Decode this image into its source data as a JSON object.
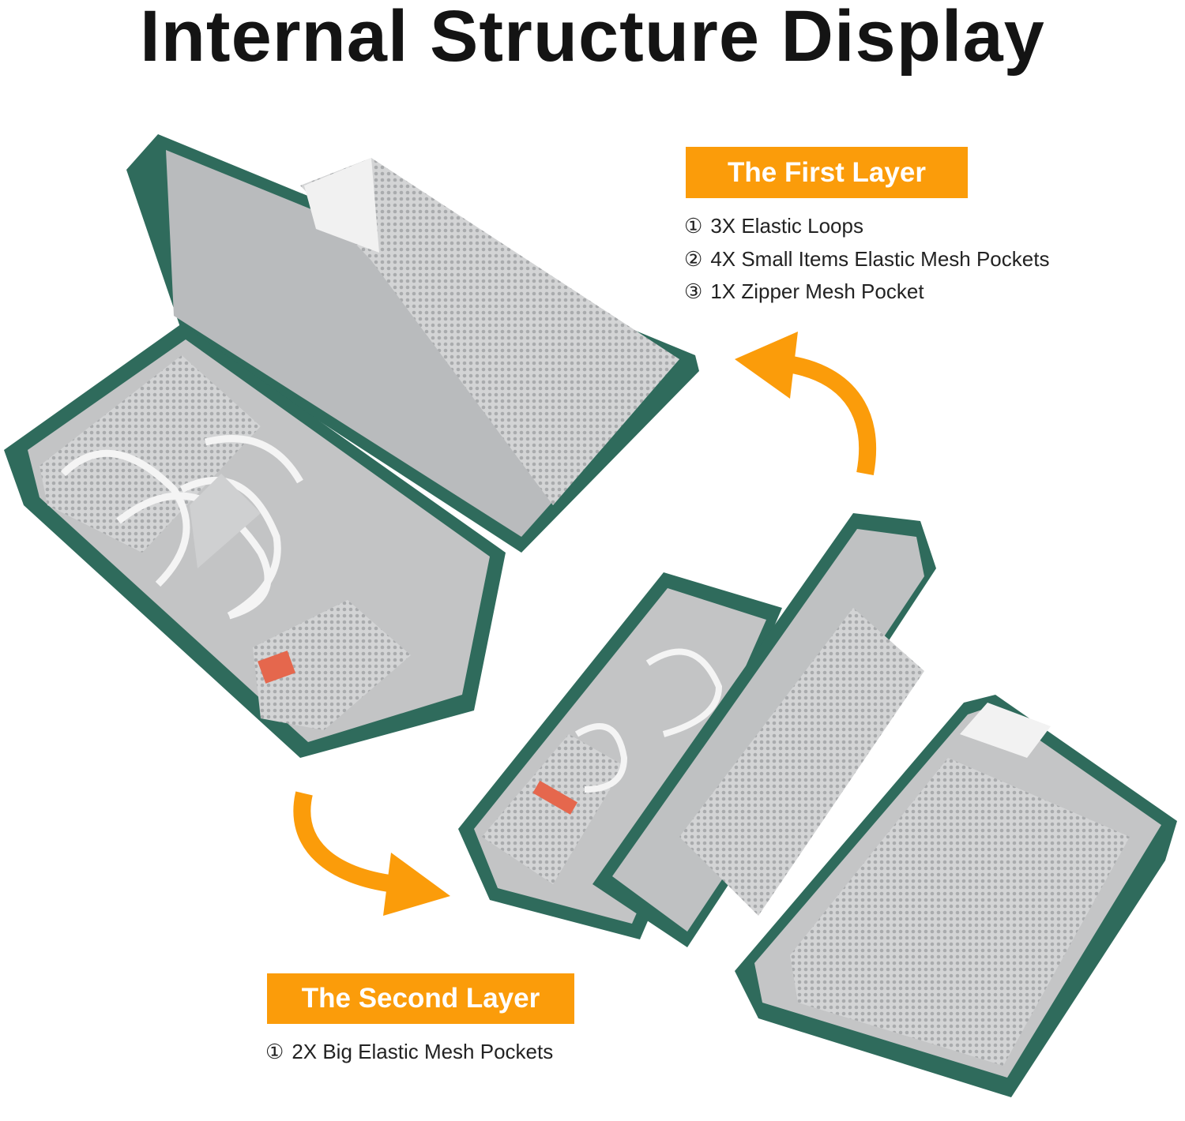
{
  "title": "Internal Structure Display",
  "first_layer": {
    "label": "The First Layer",
    "items": [
      {
        "num": "①",
        "text": "3X Elastic Loops"
      },
      {
        "num": "②",
        "text": "4X Small Items Elastic Mesh Pockets"
      },
      {
        "num": "③",
        "text": "1X Zipper Mesh Pocket"
      }
    ]
  },
  "second_layer": {
    "label": "The Second Layer",
    "items": [
      {
        "num": "①",
        "text": "2X Big Elastic Mesh Pockets"
      }
    ]
  },
  "colors": {
    "accent": "#fb9c0a",
    "case_green": "#2f6b5c",
    "lining_gray": "#c9cacb"
  }
}
